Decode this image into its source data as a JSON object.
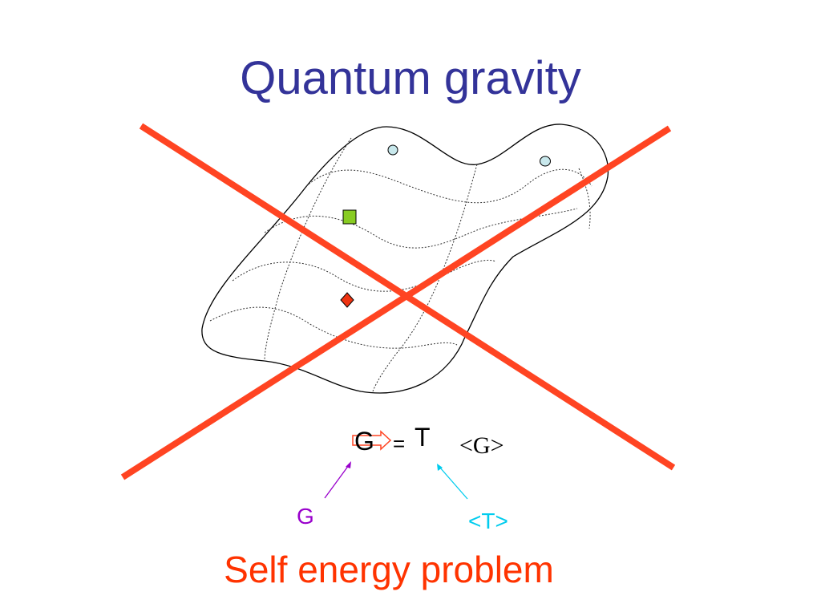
{
  "slide": {
    "title": "Quantum gravity",
    "equation": {
      "lhs": "G",
      "operator": "=",
      "rhs": "T",
      "expectation": "<G>"
    },
    "labels": {
      "g": "G",
      "t": "<T>"
    },
    "subtitle": "Self energy problem"
  },
  "colors": {
    "title": "#333399",
    "cross": "#ff4422",
    "subtitle": "#ff3300",
    "label_g": "#9900cc",
    "label_t": "#00ccee",
    "square_marker": "#88cc22",
    "diamond_marker": "#ee3311",
    "circle_marker": "#c8e8ec"
  },
  "icons": {
    "square_marker": "square-marker-icon",
    "diamond_marker": "diamond-marker-icon",
    "circle_marker": "circle-marker-icon"
  }
}
